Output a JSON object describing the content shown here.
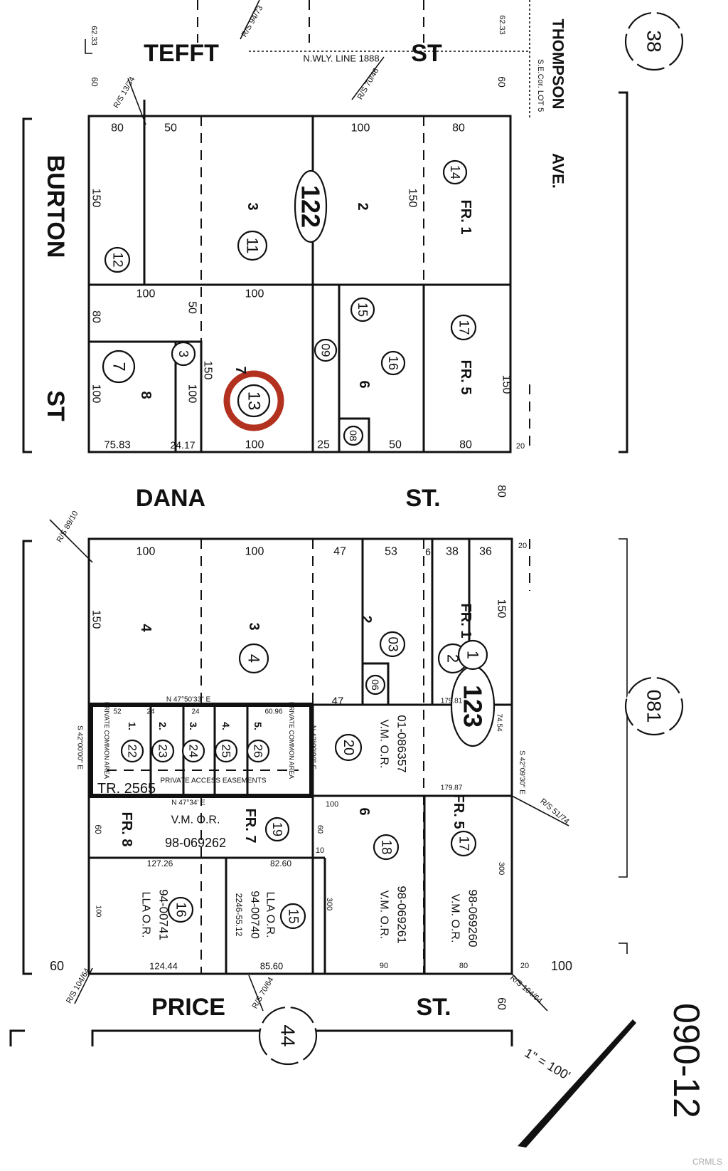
{
  "map": {
    "map_number": "090-12",
    "scale": "1\" = 100'",
    "highlight_color": "#b3321f",
    "highlighted_parcel": "13",
    "adjacent_pages": [
      "38",
      "081",
      "44"
    ],
    "blocks": [
      "122",
      "123"
    ]
  },
  "streets": {
    "tefft": "TEFFT",
    "tefft_st": "ST",
    "burton": "BURTON",
    "burton_st": "ST",
    "thompson": "THOMPSON",
    "thompson_ave": "AVE.",
    "dana": "DANA",
    "dana_st": "ST.",
    "price": "PRICE",
    "price_st": "ST."
  },
  "parcels": [
    "14",
    "12",
    "11",
    "15",
    "09",
    "17",
    "16",
    "7",
    "3",
    "13",
    "08",
    "4",
    "03",
    "2",
    "1",
    "06",
    "22",
    "23",
    "24",
    "25",
    "26",
    "20",
    "19",
    "18",
    "17",
    "16",
    "15"
  ],
  "lots": [
    "3",
    "2",
    "FR. 1",
    "6",
    "FR. 5",
    "7",
    "8",
    "4",
    "3",
    "2",
    "FR. 1",
    "FR. 8",
    "FR. 7",
    "6",
    "FR. 5",
    "1.",
    "2.",
    "3.",
    "4.",
    "5."
  ],
  "dimensions": [
    "80",
    "50",
    "100",
    "80",
    "150",
    "150",
    "100",
    "100",
    "50",
    "80",
    "150",
    "150",
    "100",
    "100",
    "75.83",
    "24.17",
    "100",
    "25",
    "50",
    "80",
    "62.33",
    "62.33",
    "60",
    "60",
    "20",
    "80",
    "100",
    "100",
    "47",
    "53",
    "6",
    "38",
    "36",
    "150",
    "150",
    "47",
    "179.81",
    "179.87",
    "60",
    "100",
    "60",
    "10",
    "127.26",
    "82.60",
    "100",
    "300",
    "300",
    "124.44",
    "85.60",
    "90",
    "80",
    "60",
    "100",
    "60",
    "20",
    "20",
    "52",
    "24",
    "24",
    "60.96",
    "74.54"
  ],
  "notes": [
    "N.WLY. LINE 1888",
    "R/S 13/34",
    "R/S 94/73",
    "R/S 70/46",
    "S.E.Cor. LOT 5",
    "R/S 89/10",
    "R/S 51/74",
    "R/S 104/64",
    "R/S 70/64",
    "R/S 104/64",
    "V.M. O.R.",
    "01-086357",
    "V.M. O.R.",
    "98-069262",
    "V.M. O.R.",
    "98-069261",
    "V.M. O.R.",
    "98-069260",
    "LLA O.R.",
    "94-00741",
    "LLA O.R.",
    "94-00740",
    "2246-55.12",
    "TR. 2565",
    "PRIVATE ACCESS EASEMENTS",
    "N 47°50'33\" E",
    "N 47°34' E",
    "PRIVATE COMMON AREA",
    "PRIVATE COMMON AREA",
    "S 42°00'00\" E",
    "S 42°09'30\" E",
    "N 42°00'00\" E"
  ],
  "watermark": "CRMLS"
}
